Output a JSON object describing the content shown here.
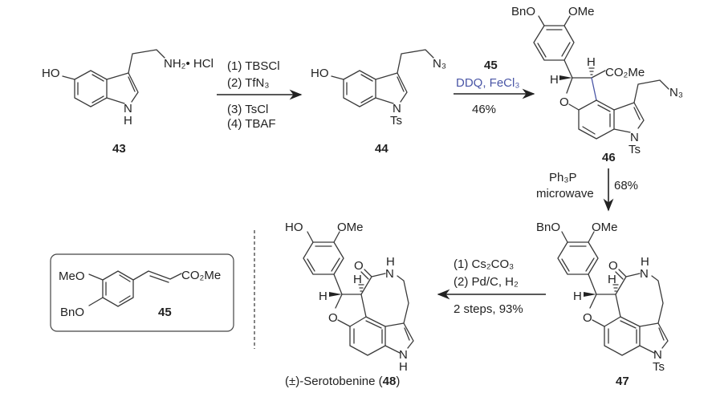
{
  "compounds": {
    "c43": {
      "label": "43",
      "ho": "HO",
      "amine": "NH₂• HCl",
      "n": "N",
      "h": "H"
    },
    "c44": {
      "label": "44",
      "ho": "HO",
      "n3": "N₃",
      "n": "N",
      "ts": "Ts"
    },
    "c45": {
      "label": "45",
      "meo": "MeO",
      "bno": "BnO",
      "ester": "CO₂Me"
    },
    "c46": {
      "label": "46",
      "bno": "BnO",
      "ome": "OMe",
      "h1": "H",
      "h2": "H",
      "ester": "CO₂Me",
      "n3": "N₃",
      "o": "O",
      "n": "N",
      "ts": "Ts"
    },
    "c47": {
      "label": "47",
      "bno": "BnO",
      "ome": "OMe",
      "h1": "H",
      "h2": "H",
      "o_carbonyl": "O",
      "nh_h": "H",
      "nh_n": "N",
      "o": "O",
      "n": "N",
      "ts": "Ts"
    },
    "c48": {
      "name_prefix": "(±)-Serotobenine (",
      "label": "48",
      "name_suffix": ")",
      "ho": "HO",
      "ome": "OMe",
      "h1": "H",
      "h2": "H",
      "o_carbonyl": "O",
      "nh_h": "H",
      "nh_n": "N",
      "o": "O",
      "n": "N",
      "h": "H"
    }
  },
  "steps": {
    "s1": {
      "r1": "(1) TBSCl",
      "r2": "(2) TfN₃",
      "r3": "(3) TsCl",
      "r4": "(4) TBAF"
    },
    "s2": {
      "reagent_ref": "45",
      "reagents": "DDQ, FeCl₃",
      "yield": "46%"
    },
    "s3": {
      "r1": "Ph₃P",
      "r2": "microwave",
      "yield": "68%"
    },
    "s4": {
      "r1": "(1) Cs₂CO₃",
      "r2": "(2) Pd/C, H₂",
      "yield": "2 steps, 93%"
    }
  },
  "colors": {
    "reagent_accent": "#4a56a6",
    "ink": "#222222"
  }
}
